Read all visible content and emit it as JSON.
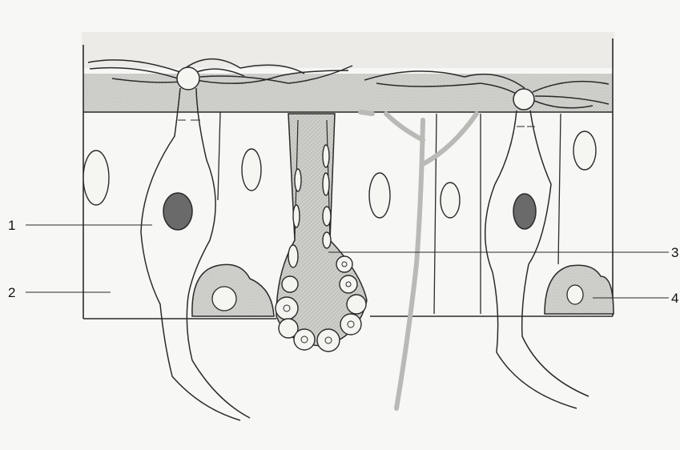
{
  "diagram": {
    "labels": [
      {
        "id": "1",
        "text": "1"
      },
      {
        "id": "2",
        "text": "2"
      },
      {
        "id": "3",
        "text": "3"
      },
      {
        "id": "4",
        "text": "4"
      }
    ],
    "colors": {
      "paper": "#f7f7f5",
      "ink": "#2a2a2a",
      "mucus_shading": "#cfcfcb",
      "gland_lumen": "#c9c9c5",
      "nerve_gray": "#b9b9b6",
      "nucleus_dark": "#6a6a6a"
    }
  }
}
